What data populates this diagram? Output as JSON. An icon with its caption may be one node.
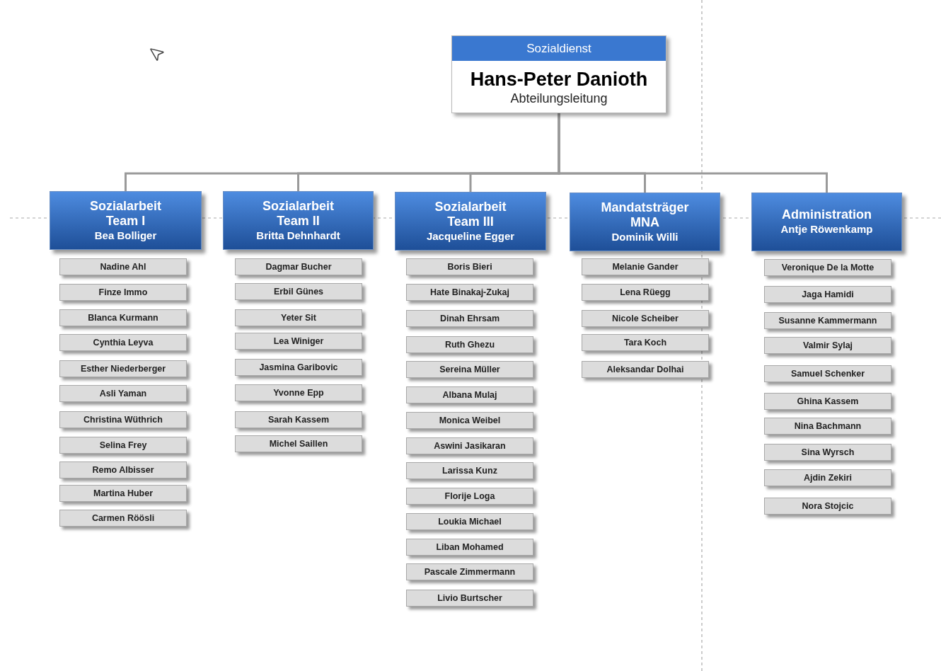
{
  "diagram": {
    "nodes": [
      {
        "text": [
          "Sozialdienst",
          "Hans-Peter Danioth",
          "Abteilungsleitung"
        ]
      },
      {
        "text": [
          "Sozialarbeit Team I",
          "Bea Bolliger"
        ]
      },
      {
        "text": [
          "Sozialarbeit Team II",
          "Britta Dehnhardt"
        ]
      },
      {
        "text": [
          "Sozialarbeit Team III",
          "Jacqueline Egger"
        ]
      },
      {
        "text": [
          "Mandatsträger MNA",
          "Dominik Willi"
        ]
      },
      {
        "text": [
          "Administration",
          "Antje Röwenkamp"
        ]
      },
      {
        "text": [
          "Nadine Ahl"
        ]
      },
      {
        "text": [
          "Finze Immo"
        ]
      },
      {
        "text": [
          "Blanca Kurmann"
        ]
      },
      {
        "text": [
          "Cynthia Leyva"
        ]
      },
      {
        "text": [
          "Esther Niederberger"
        ]
      },
      {
        "text": [
          "Asli Yaman"
        ]
      },
      {
        "text": [
          "Christina Wüthrich"
        ]
      },
      {
        "text": [
          "Selina Frey"
        ]
      },
      {
        "text": [
          "Remo Albisser"
        ]
      },
      {
        "text": [
          "Martina Huber"
        ]
      },
      {
        "text": [
          "Carmen Röösli"
        ]
      },
      {
        "text": [
          "Dagmar Bucher"
        ]
      },
      {
        "text": [
          "Erbil Günes"
        ]
      },
      {
        "text": [
          "Yeter Sit"
        ]
      },
      {
        "text": [
          "Lea Winiger"
        ]
      },
      {
        "text": [
          "Jasmina Garibovic"
        ]
      },
      {
        "text": [
          "Yvonne Epp"
        ]
      },
      {
        "text": [
          "Sarah Kassem"
        ]
      },
      {
        "text": [
          "Michel Saillen"
        ]
      },
      {
        "text": [
          "Boris Bieri"
        ]
      },
      {
        "text": [
          "Hate Binakaj-Zukaj"
        ]
      },
      {
        "text": [
          "Dinah Ehrsam"
        ]
      },
      {
        "text": [
          "Ruth Ghezu"
        ]
      },
      {
        "text": [
          "Sereina Müller"
        ]
      },
      {
        "text": [
          "Albana Mulaj"
        ]
      },
      {
        "text": [
          "Monica Weibel"
        ]
      },
      {
        "text": [
          "Aswini Jasikaran"
        ]
      },
      {
        "text": [
          "Larissa Kunz"
        ]
      },
      {
        "text": [
          "Florije Loga"
        ]
      },
      {
        "text": [
          "Loukia Michael"
        ]
      },
      {
        "text": [
          "Liban Mohamed"
        ]
      },
      {
        "text": [
          "Pascale Zimmermann"
        ]
      },
      {
        "text": [
          "Livio Burtscher"
        ]
      },
      {
        "text": [
          "Melanie Gander"
        ]
      },
      {
        "text": [
          "Lena Rüegg"
        ]
      },
      {
        "text": [
          "Nicole Scheiber"
        ]
      },
      {
        "text": [
          "Tara Koch"
        ]
      },
      {
        "text": [
          "Aleksandar Dolhai"
        ]
      },
      {
        "text": [
          "Veronique De la Motte"
        ]
      },
      {
        "text": [
          "Jaga Hamidi"
        ]
      },
      {
        "text": [
          "Susanne Kammermann"
        ]
      },
      {
        "text": [
          "Valmir Sylaj"
        ]
      },
      {
        "text": [
          "Samuel Schenker"
        ]
      },
      {
        "text": [
          "Ghina Kassem"
        ]
      },
      {
        "text": [
          "Nina Bachmann"
        ]
      },
      {
        "text": [
          "Sina Wyrsch"
        ]
      },
      {
        "text": [
          "Ajdin Zekiri"
        ]
      },
      {
        "text": [
          "Nora Stojcic"
        ]
      }
    ],
    "edges": [
      {
        "from": 0,
        "to": 1,
        "arrow": "none"
      },
      {
        "from": 0,
        "to": 2,
        "arrow": "none"
      },
      {
        "from": 0,
        "to": 3,
        "arrow": "none"
      },
      {
        "from": 0,
        "to": 4,
        "arrow": "none"
      },
      {
        "from": 0,
        "to": 5,
        "arrow": "none"
      }
    ]
  }
}
